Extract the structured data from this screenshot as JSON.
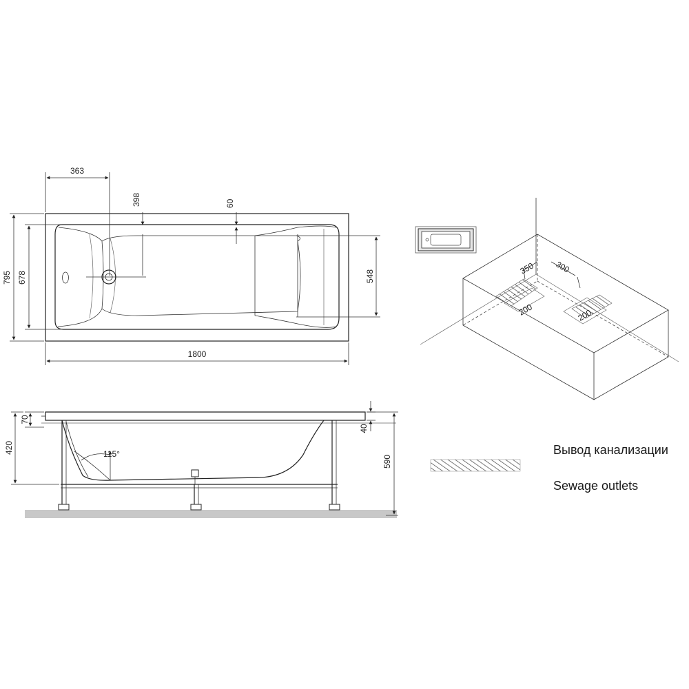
{
  "dimensions": {
    "drain_offset": "363",
    "drain_depth_offset": "398",
    "rim_offset": "60",
    "outer_width": "795",
    "inner_width": "678",
    "bottom_width": "548",
    "length": "1800",
    "rim_thickness": "70",
    "tub_height": "420",
    "frame_offset": "40",
    "total_height": "590",
    "backrest_angle": "115°"
  },
  "iso": {
    "dim_a": "350",
    "dim_b": "300",
    "dim_c": "200",
    "dim_d": "200"
  },
  "legend": {
    "ru": "Вывод канализации",
    "en": "Sewage outlets"
  },
  "colors": {
    "line": "#222222",
    "hatch": "#555555",
    "floor": "#c8c8c8"
  }
}
